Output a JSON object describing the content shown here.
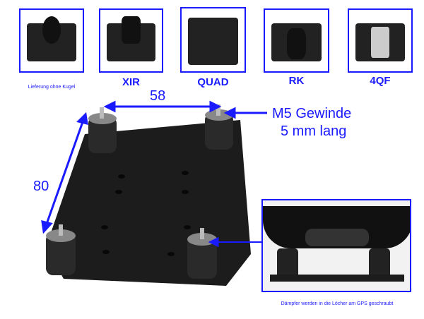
{
  "thumbnails": [
    {
      "caption": "Lieferung ohne Kugel"
    },
    {
      "caption": "XIR"
    },
    {
      "caption": "QUAD"
    },
    {
      "caption": "RK"
    },
    {
      "caption": "4QF"
    }
  ],
  "dimensions": {
    "width": "58",
    "height": "80"
  },
  "thread_note": {
    "line1": "M5 Gewinde",
    "line2": "5 mm lang"
  },
  "inset_caption": "Dämpfer werden in die Löcher am GPS geschraubt",
  "colors": {
    "accent": "#1a1aff",
    "plate": "#1c1c1c"
  }
}
